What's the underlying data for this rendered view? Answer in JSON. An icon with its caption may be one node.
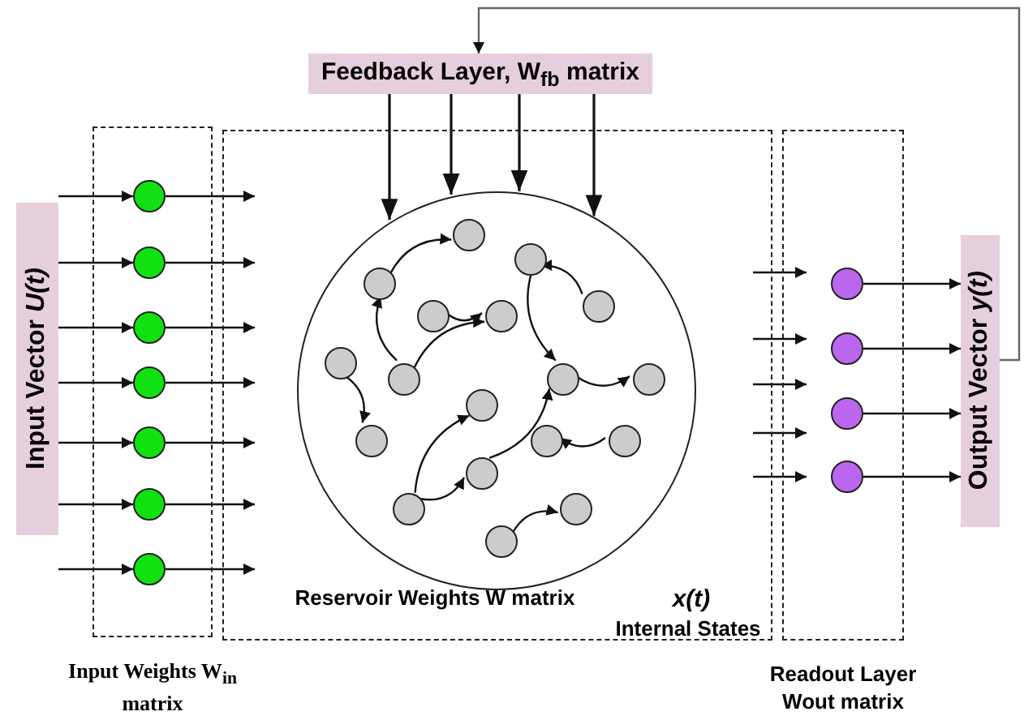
{
  "diagram": {
    "nodes": [
      {
        "text": [
          "Input Vector *U(t)*"
        ]
      },
      {
        "text": [
          "Input Weights W$_{in}$ matrix"
        ]
      },
      {
        "text": [],
        "shape": "circle",
        "in": 1
      },
      {
        "text": [],
        "shape": "circle",
        "in": 1
      },
      {
        "text": [],
        "shape": "circle",
        "in": 1
      },
      {
        "text": [],
        "shape": "circle",
        "in": 1
      },
      {
        "text": [],
        "shape": "circle",
        "in": 1
      },
      {
        "text": [],
        "shape": "circle",
        "in": 1
      },
      {
        "text": [],
        "shape": "circle",
        "in": 1
      },
      {
        "text": [
          "Reservoir Weights W matrix",
          "x(t)",
          "Internal States"
        ]
      },
      {
        "text": [],
        "shape": "circle",
        "in": 9
      },
      {
        "text": [],
        "shape": "circle",
        "in": 10
      },
      {
        "text": [],
        "shape": "circle",
        "in": 10
      },
      {
        "text": [],
        "shape": "circle",
        "in": 10
      },
      {
        "text": [],
        "shape": "circle",
        "in": 10
      },
      {
        "text": [],
        "shape": "circle",
        "in": 10
      },
      {
        "text": [],
        "shape": "circle",
        "in": 10
      },
      {
        "text": [],
        "shape": "circle",
        "in": 10
      },
      {
        "text": [],
        "shape": "circle",
        "in": 10
      },
      {
        "text": [],
        "shape": "circle",
        "in": 10
      },
      {
        "text": [],
        "shape": "circle",
        "in": 10
      },
      {
        "text": [],
        "shape": "circle",
        "in": 10
      },
      {
        "text": [],
        "shape": "circle",
        "in": 10
      },
      {
        "text": [],
        "shape": "circle",
        "in": 10
      },
      {
        "text": [],
        "shape": "circle",
        "in": 10
      },
      {
        "text": [],
        "shape": "circle",
        "in": 10
      },
      {
        "text": [],
        "shape": "circle",
        "in": 10
      },
      {
        "text": [],
        "shape": "circle",
        "in": 10
      },
      {
        "text": [],
        "shape": "circle",
        "in": 10
      },
      {
        "text": [
          "Feedback Layer, W$_{fb}$ matrix"
        ]
      },
      {
        "text": [
          "Readout Layer Wout matrix"
        ]
      },
      {
        "text": [],
        "shape": "circle",
        "in": 30
      },
      {
        "text": [],
        "shape": "circle",
        "in": 30
      },
      {
        "text": [],
        "shape": "circle",
        "in": 30
      },
      {
        "text": [],
        "shape": "circle",
        "in": 30
      },
      {
        "text": [
          "Output Vector *y(t)*"
        ]
      }
    ],
    "edges": [
      {
        "from": 0,
        "to": 2,
        "arrow": "to"
      },
      {
        "from": 0,
        "to": 3,
        "arrow": "to"
      },
      {
        "from": 0,
        "to": 4,
        "arrow": "to"
      },
      {
        "from": 0,
        "to": 5,
        "arrow": "to"
      },
      {
        "from": 0,
        "to": 6,
        "arrow": "to"
      },
      {
        "from": 0,
        "to": 7,
        "arrow": "to"
      },
      {
        "from": 0,
        "to": 8,
        "arrow": "to"
      },
      {
        "from": 2,
        "to": 9,
        "arrow": "to"
      },
      {
        "from": 3,
        "to": 9,
        "arrow": "to"
      },
      {
        "from": 4,
        "to": 9,
        "arrow": "to"
      },
      {
        "from": 5,
        "to": 9,
        "arrow": "to"
      },
      {
        "from": 6,
        "to": 9,
        "arrow": "to"
      },
      {
        "from": 7,
        "to": 9,
        "arrow": "to"
      },
      {
        "from": 8,
        "to": 9,
        "arrow": "to"
      },
      {
        "from": 29,
        "to": 10,
        "arrow": "to"
      },
      {
        "from": 29,
        "to": 10,
        "arrow": "to"
      },
      {
        "from": 29,
        "to": 10,
        "arrow": "to"
      },
      {
        "from": 29,
        "to": 10,
        "arrow": "to"
      },
      {
        "from": 13,
        "to": 11,
        "arrow": "to"
      },
      {
        "from": 14,
        "to": 12,
        "arrow": "to"
      },
      {
        "from": 18,
        "to": 13,
        "arrow": "to"
      },
      {
        "from": 15,
        "to": 16,
        "arrow": "to"
      },
      {
        "from": 18,
        "to": 16,
        "arrow": "to"
      },
      {
        "from": 12,
        "to": 19,
        "arrow": "to"
      },
      {
        "from": 17,
        "to": 22,
        "arrow": "to"
      },
      {
        "from": 19,
        "to": 20,
        "arrow": "to"
      },
      {
        "from": 26,
        "to": 21,
        "arrow": "to"
      },
      {
        "from": 25,
        "to": 19,
        "arrow": "to"
      },
      {
        "from": 24,
        "to": 23,
        "arrow": "to"
      },
      {
        "from": 26,
        "to": 25,
        "arrow": "to"
      },
      {
        "from": 28,
        "to": 27,
        "arrow": "to"
      },
      {
        "from": 9,
        "to": 30,
        "arrow": "to"
      },
      {
        "from": 9,
        "to": 30,
        "arrow": "to"
      },
      {
        "from": 9,
        "to": 30,
        "arrow": "to"
      },
      {
        "from": 9,
        "to": 30,
        "arrow": "to"
      },
      {
        "from": 9,
        "to": 30,
        "arrow": "to"
      },
      {
        "from": 31,
        "to": 35,
        "arrow": "to"
      },
      {
        "from": 32,
        "to": 35,
        "arrow": "to"
      },
      {
        "from": 33,
        "to": 35,
        "arrow": "to"
      },
      {
        "from": 34,
        "to": 35,
        "arrow": "to"
      },
      {
        "from": 35,
        "to": 29,
        "arrow": "to"
      }
    ]
  }
}
